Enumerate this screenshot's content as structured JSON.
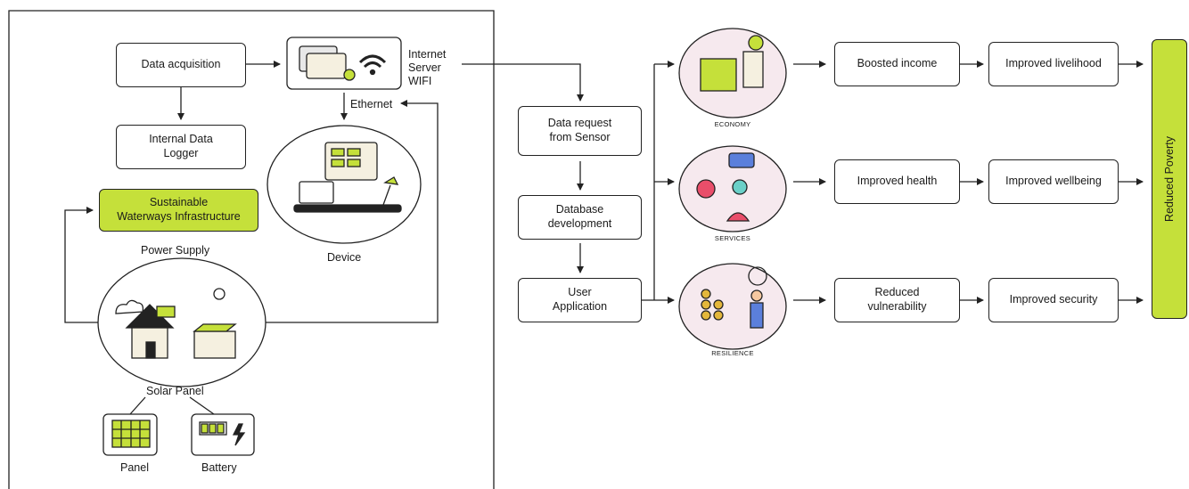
{
  "left_panel": {
    "data_acquisition": "Data acquisition",
    "internal_logger": "Internal Data\nLogger",
    "internet_label": "Internet\nServer\nWIFI",
    "ethernet_label": "Ethernet",
    "device_label": "Device",
    "infrastructure": "Sustainable\nWaterways Infrastructure",
    "power_supply": "Power Supply",
    "solar_panel": "Solar Panel",
    "panel": "Panel",
    "battery": "Battery"
  },
  "middle": {
    "data_request": "Data request\nfrom Sensor",
    "database": "Database\ndevelopment",
    "user_app": "User\nApplication"
  },
  "rows": [
    {
      "caption": "ECONOMY",
      "outcome": "Boosted income",
      "result": "Improved livelihood"
    },
    {
      "caption": "SERVICES",
      "outcome": "Improved health",
      "result": "Improved wellbeing"
    },
    {
      "caption": "RESILIENCE",
      "outcome": "Reduced\nvulnerability",
      "result": "Improved security"
    }
  ],
  "final": "Reduced Poverty",
  "colors": {
    "accent": "#c5e03a",
    "circle_fill": "#f6e9ee",
    "stroke": "#222222"
  }
}
